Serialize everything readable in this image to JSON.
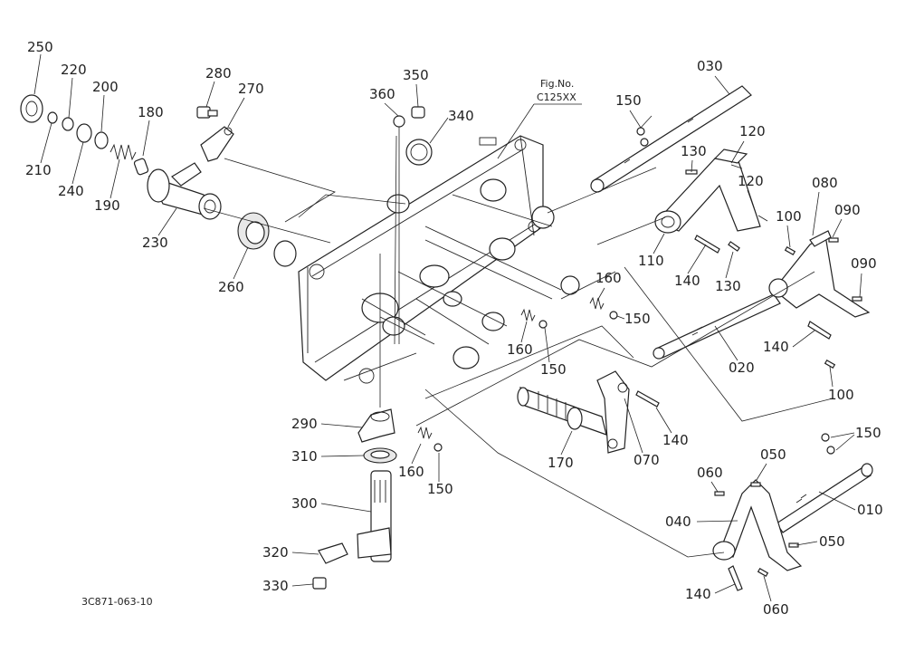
{
  "figure": {
    "ref_label_line1": "Fig.No.",
    "ref_label_line2": "C125XX",
    "drawing_code": "3C871-063-10"
  },
  "callouts": {
    "c250": "250",
    "c220": "220",
    "c200": "200",
    "c180": "180",
    "c210": "210",
    "c240": "240",
    "c190": "190",
    "c230": "230",
    "c280": "280",
    "c270": "270",
    "c260": "260",
    "c360": "360",
    "c350": "350",
    "c340": "340",
    "c030": "030",
    "c150a": "150",
    "c120a": "120",
    "c130a": "130",
    "c120b": "120",
    "c080": "080",
    "c100a": "100",
    "c090a": "090",
    "c110": "110",
    "c140a": "140",
    "c130b": "130",
    "c160a": "160",
    "c150b": "150",
    "c090b": "090",
    "c160b": "160",
    "c150c": "150",
    "c020": "020",
    "c140b": "140",
    "c100b": "100",
    "c290": "290",
    "c310": "310",
    "c300": "300",
    "c320": "320",
    "c330": "330",
    "c160c": "160",
    "c150d": "150",
    "c170": "170",
    "c070": "070",
    "c140c": "140",
    "c150e": "150",
    "c060a": "060",
    "c050a": "050",
    "c010": "010",
    "c040": "040",
    "c050b": "050",
    "c140d": "140",
    "c060b": "060"
  }
}
